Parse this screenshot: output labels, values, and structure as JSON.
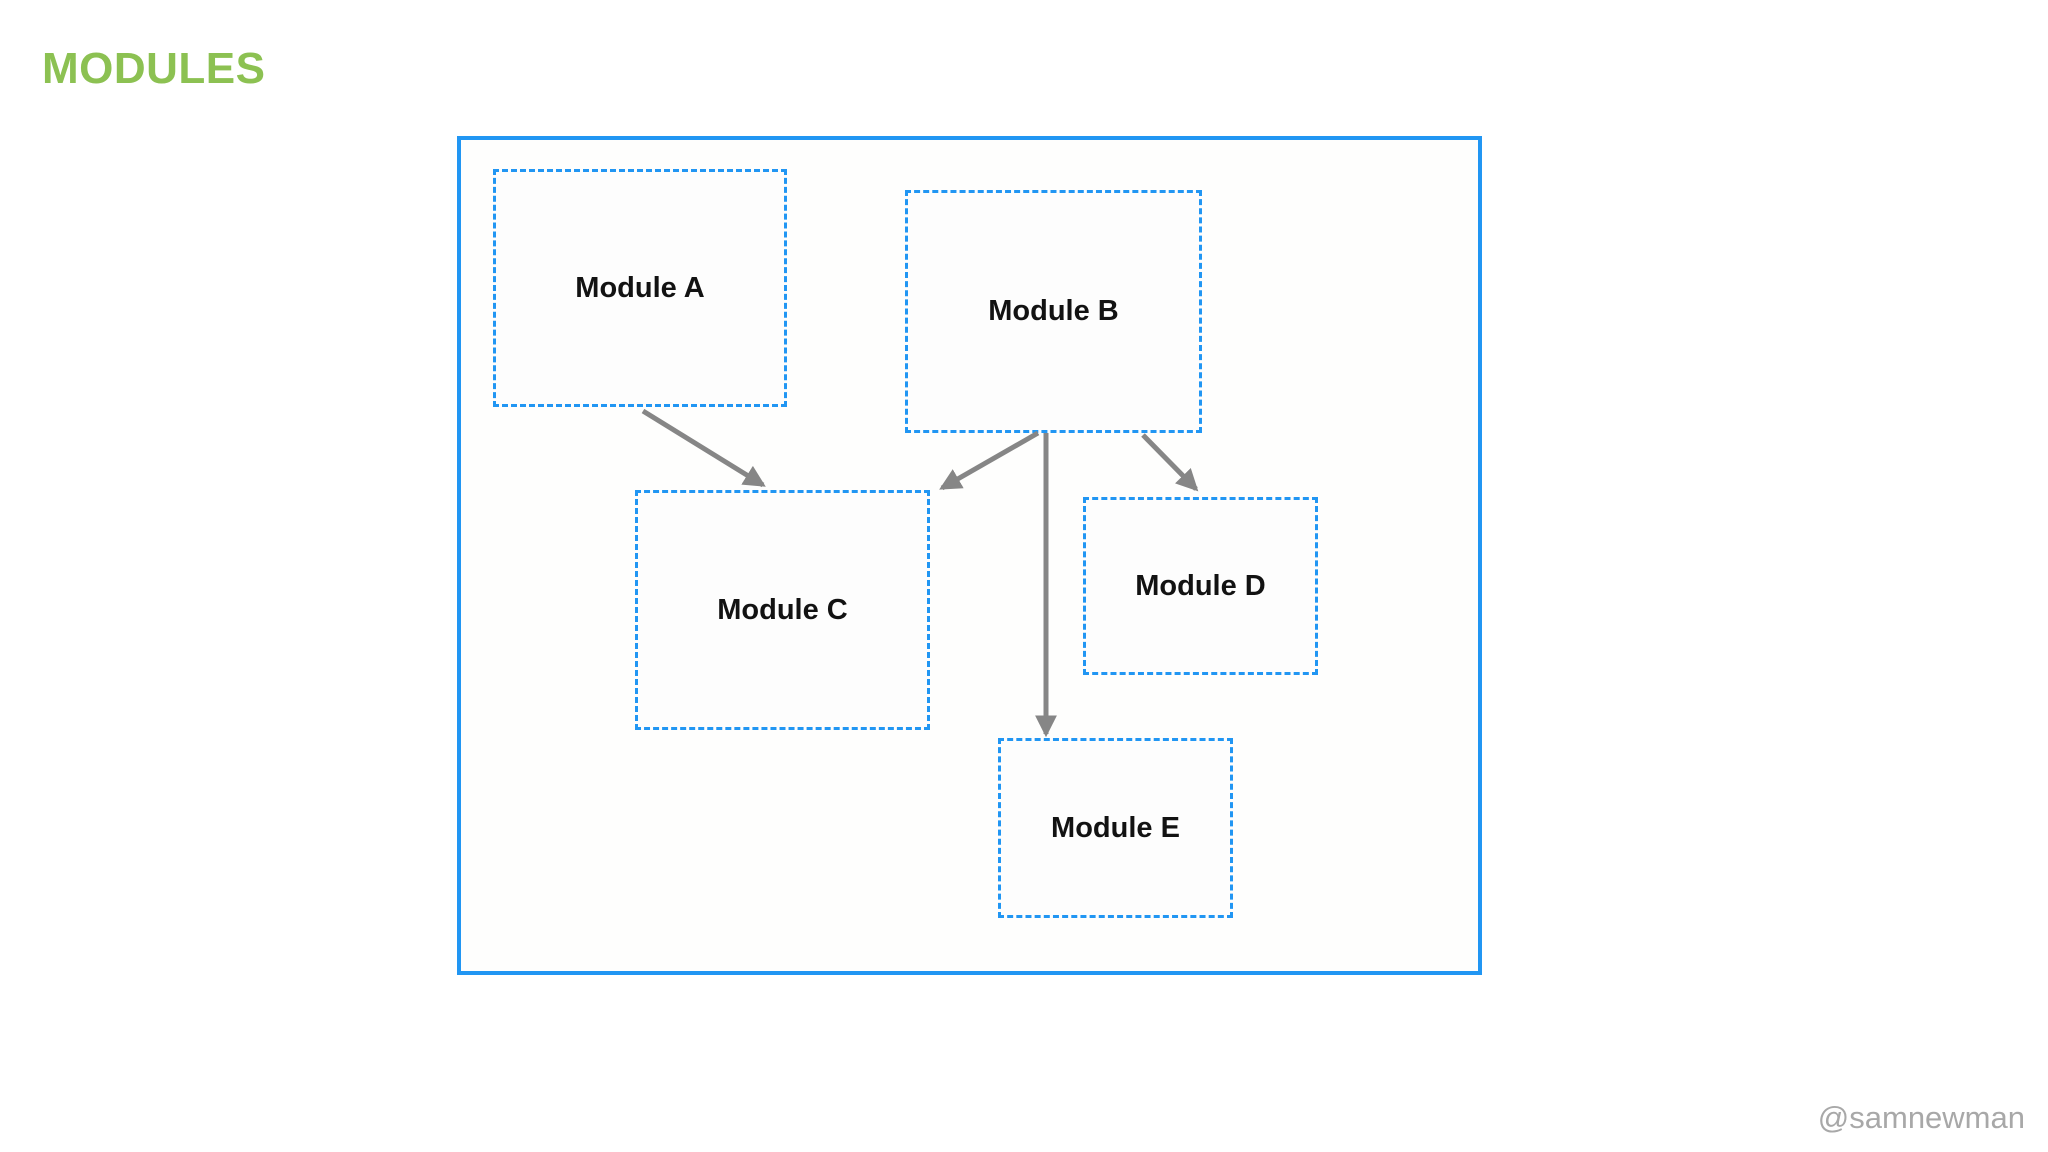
{
  "page": {
    "title": "MODULES",
    "watermark": "@samnewman",
    "colors": {
      "title_green": "#8cc152",
      "border_blue": "#2196f3",
      "arrow_gray": "#868686",
      "watermark_gray": "#a8a8a8",
      "label_black": "#121212"
    }
  },
  "diagram": {
    "modules": [
      {
        "id": "A",
        "label": "Module A"
      },
      {
        "id": "B",
        "label": "Module B"
      },
      {
        "id": "C",
        "label": "Module C"
      },
      {
        "id": "D",
        "label": "Module D"
      },
      {
        "id": "E",
        "label": "Module E"
      }
    ],
    "connections": [
      {
        "from": "Module A",
        "to": "Module C"
      },
      {
        "from": "Module B",
        "to": "Module C"
      },
      {
        "from": "Module B",
        "to": "Module D"
      },
      {
        "from": "Module B",
        "to": "Module E"
      }
    ]
  }
}
